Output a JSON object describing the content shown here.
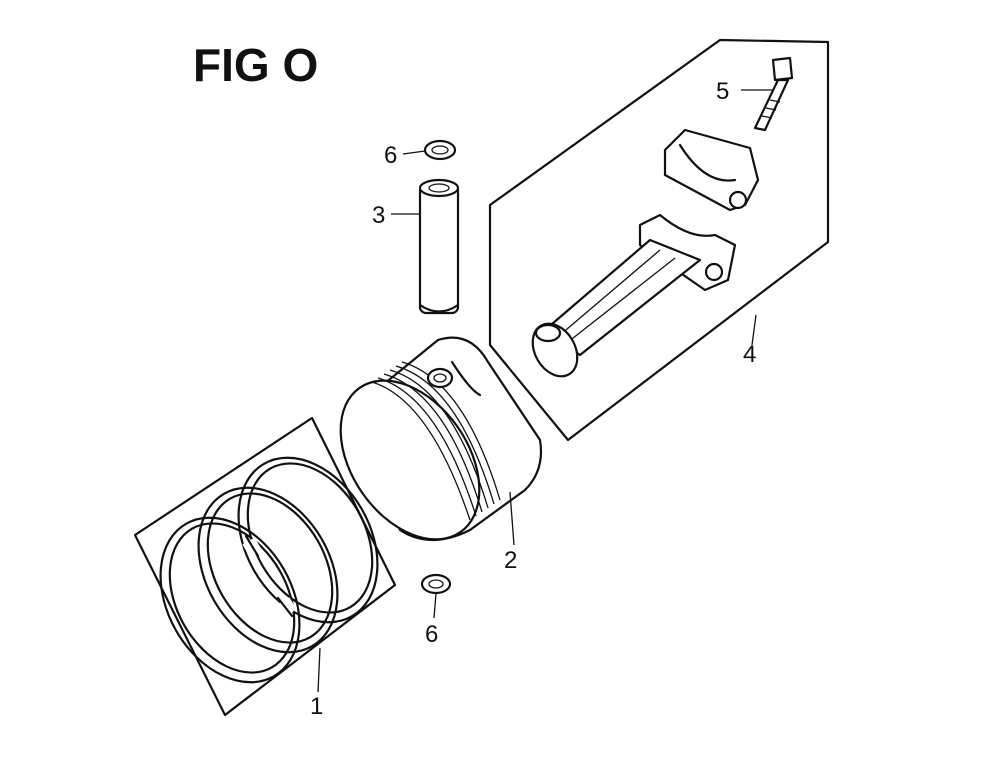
{
  "figure": {
    "title": "FIG O"
  },
  "callouts": [
    {
      "id": "1"
    },
    {
      "id": "2"
    },
    {
      "id": "3"
    },
    {
      "id": "4"
    },
    {
      "id": "5"
    },
    {
      "id": "6a",
      "label": "6"
    },
    {
      "id": "6b",
      "label": "6"
    }
  ],
  "labels": {
    "c1": "1",
    "c2": "2",
    "c3": "3",
    "c4": "4",
    "c5": "5",
    "c6_top": "6",
    "c6_bottom": "6"
  },
  "parts": [
    {
      "callout": "1",
      "icon": "piston-ring-set-icon"
    },
    {
      "callout": "2",
      "icon": "piston-icon"
    },
    {
      "callout": "3",
      "icon": "piston-pin-icon"
    },
    {
      "callout": "4",
      "icon": "connecting-rod-icon"
    },
    {
      "callout": "5",
      "icon": "bolt-icon"
    },
    {
      "callout": "6",
      "icon": "circlip-icon"
    }
  ]
}
